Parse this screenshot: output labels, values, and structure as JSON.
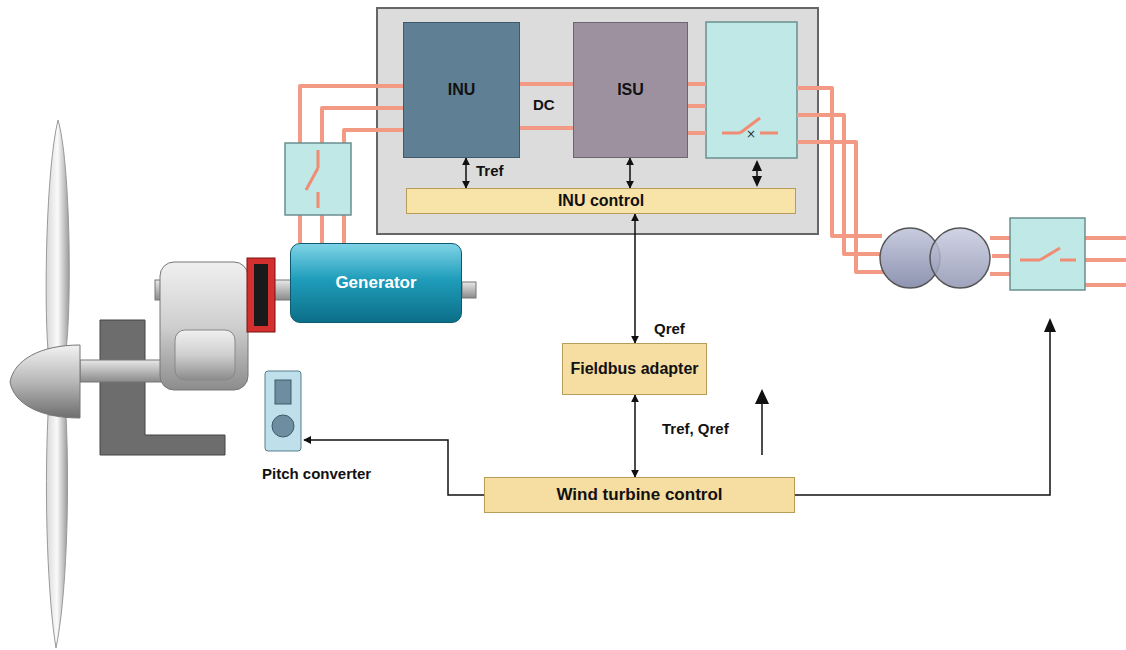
{
  "diagram": {
    "nodes": [
      {
        "text": [
          "INU"
        ]
      },
      {
        "text": [
          "ISU"
        ]
      },
      {
        "text": [
          "INU control"
        ]
      },
      {
        "text": [
          "Generator"
        ]
      },
      {
        "text": [
          "Fieldbus adapter"
        ]
      },
      {
        "text": [
          "Wind turbine control"
        ]
      },
      {
        "text": [
          "Pitch converter"
        ]
      }
    ],
    "edges": [
      {
        "from": 2,
        "to": 0,
        "arrow": "both",
        "label": "Tref"
      },
      {
        "from": 2,
        "to": 1,
        "arrow": "both"
      },
      {
        "from": 2,
        "to": 4,
        "arrow": "both",
        "label": "Qref"
      },
      {
        "from": 4,
        "to": 5,
        "arrow": "both",
        "label": "Tref, Qref"
      },
      {
        "from": 5,
        "to": 6,
        "arrow": "to"
      }
    ],
    "labels": [
      "DC"
    ]
  }
}
